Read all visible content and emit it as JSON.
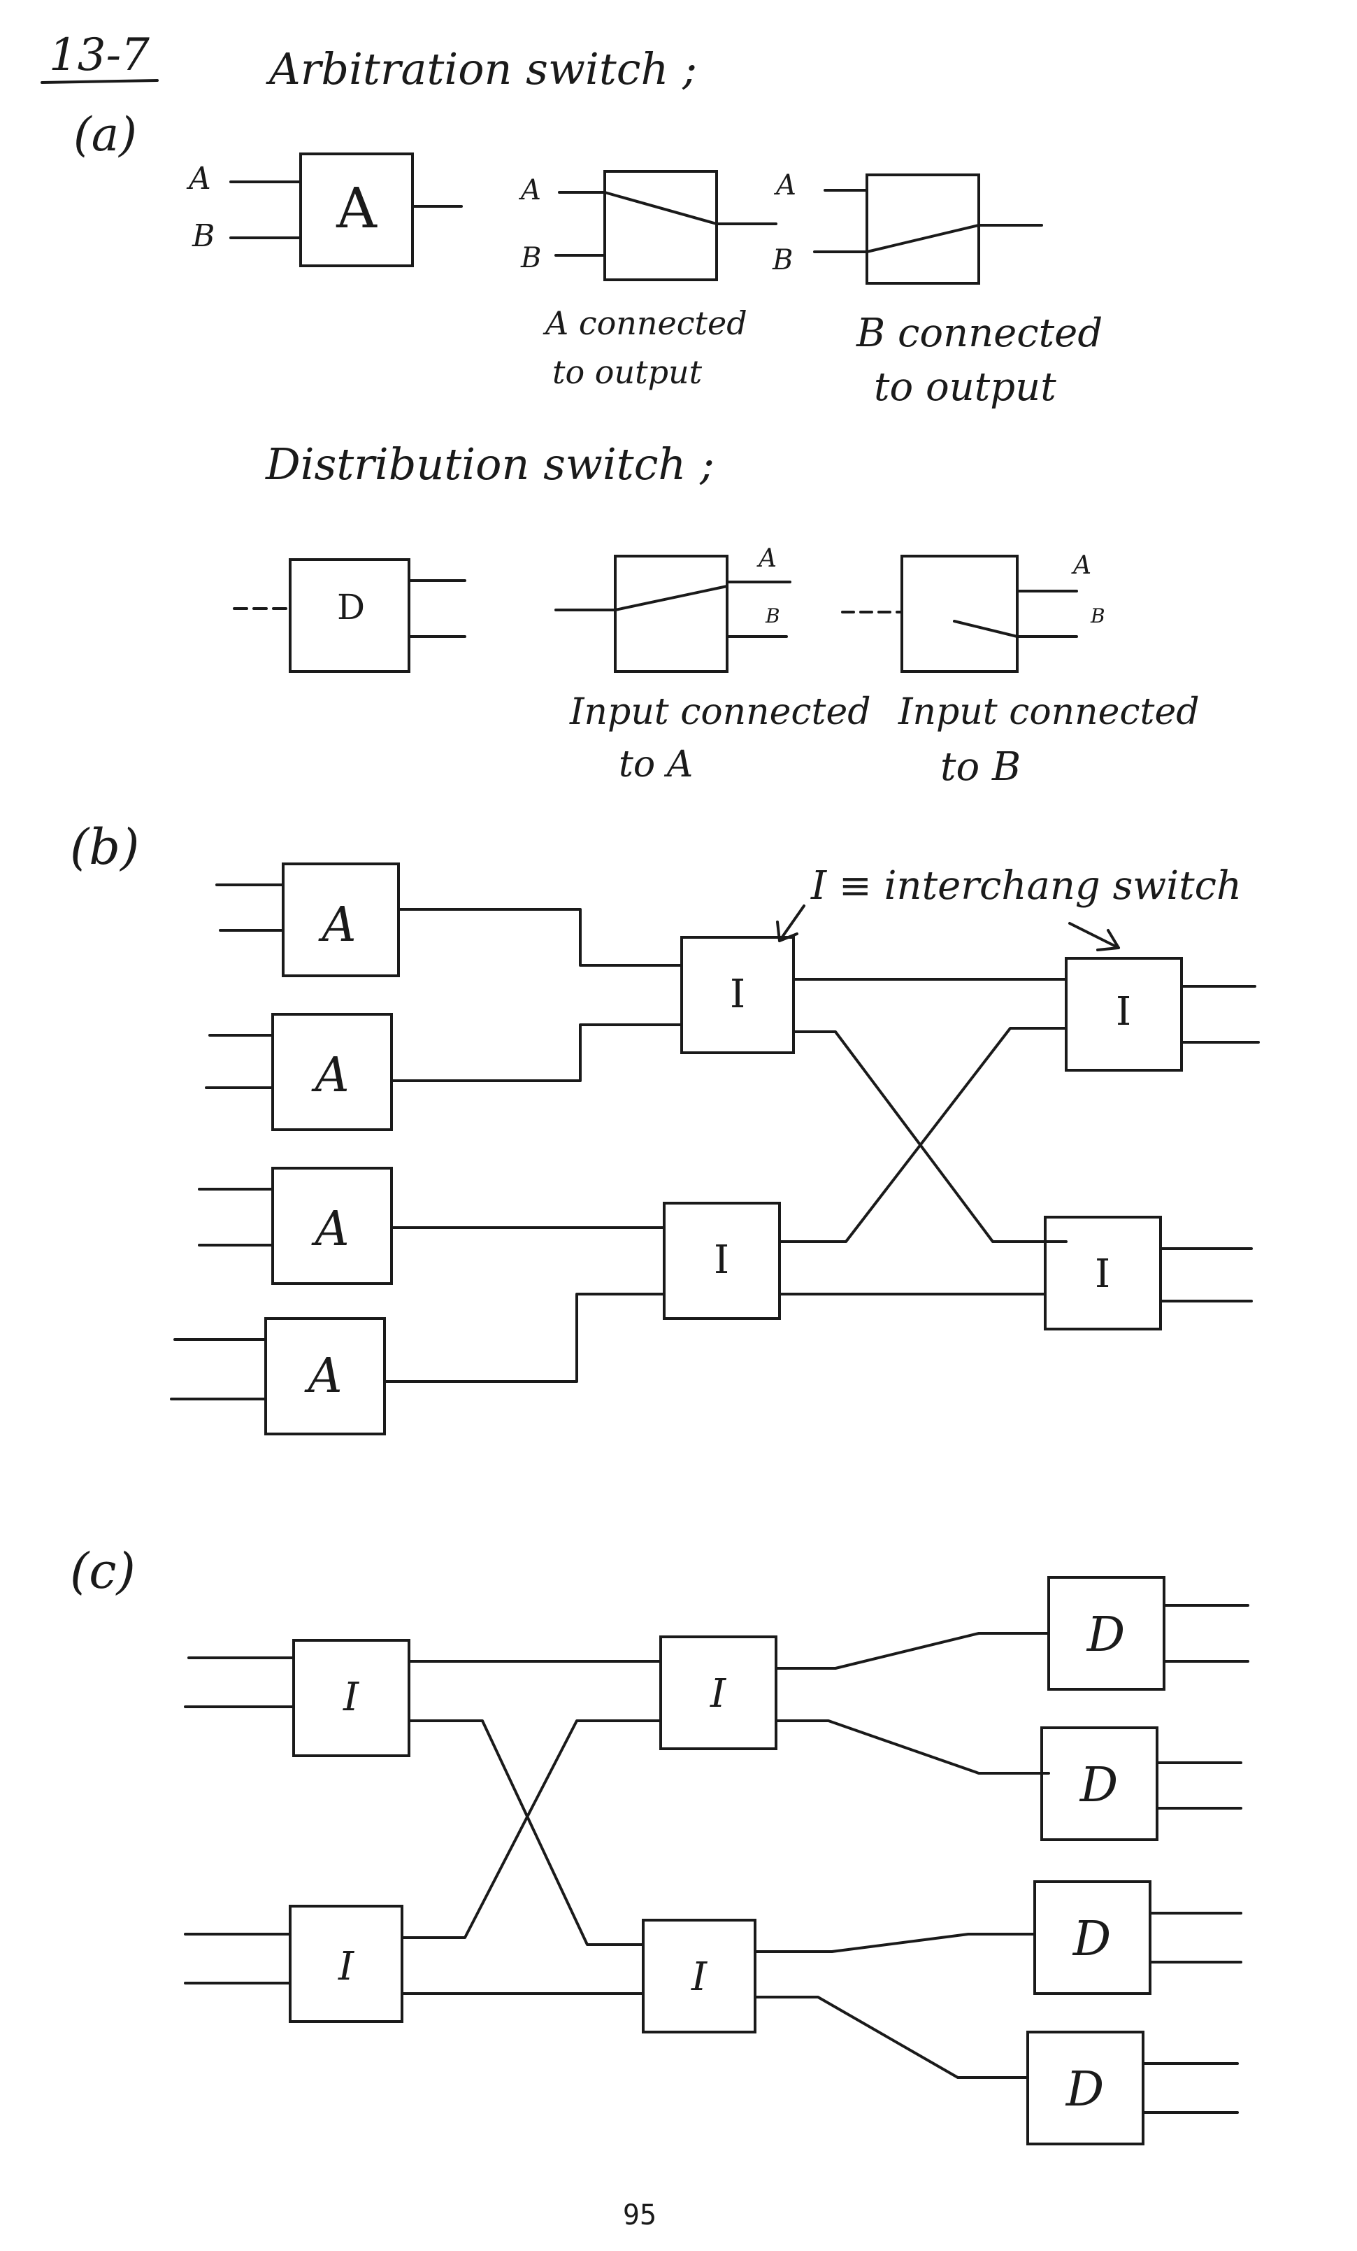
{
  "problem": {
    "number": "13-7"
  },
  "part_a": {
    "label": "(a)",
    "arbitration": {
      "heading": "Arbitration switch ;",
      "box_label": "A",
      "input_a": "A",
      "input_b": "B",
      "caption_a_line1": "A connected",
      "caption_a_line2": "to output",
      "caption_b_line1": "B connected",
      "caption_b_line2": "to output"
    },
    "distribution": {
      "heading": "Distribution switch ;",
      "box_label": "D",
      "output_a": "A",
      "output_b": "B",
      "caption_a_line1": "Input connected",
      "caption_a_line2": "to A",
      "caption_b_line1": "Input connected",
      "caption_b_line2": "to B"
    }
  },
  "part_b": {
    "label": "(b)",
    "note": "I ≡ interchang switch",
    "arbiter_label": "A",
    "interchange_label": "I"
  },
  "part_c": {
    "label": "(c)",
    "interchange_label": "I",
    "distributor_label": "D"
  },
  "page_number": "95"
}
